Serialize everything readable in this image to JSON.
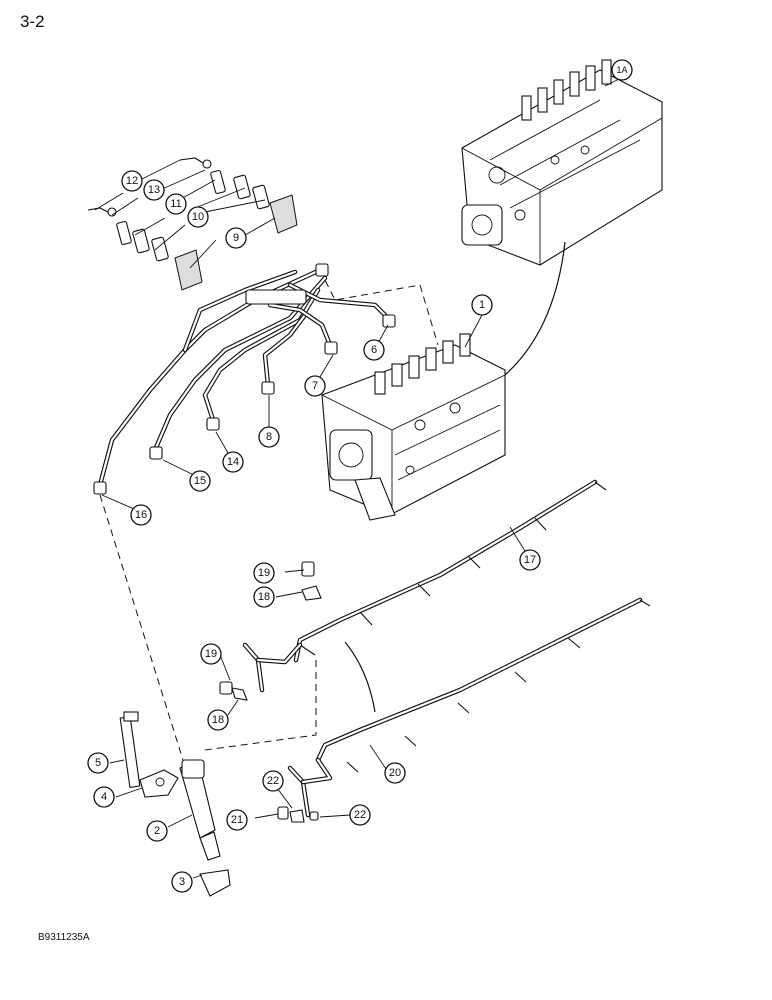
{
  "page": {
    "number": "3-2",
    "figure_code": "B9311235A"
  },
  "callouts": {
    "c1": "1",
    "c1a": "1A",
    "c2": "2",
    "c3": "3",
    "c4": "4",
    "c5": "5",
    "c6": "6",
    "c7": "7",
    "c8": "8",
    "c9": "9",
    "c10": "10",
    "c11": "11",
    "c12": "12",
    "c13": "13",
    "c14": "14",
    "c15": "15",
    "c16": "16",
    "c17": "17",
    "c18a": "18",
    "c18b": "18",
    "c19a": "19",
    "c19b": "19",
    "c20": "20",
    "c21": "21",
    "c22a": "22",
    "c22b": "22"
  }
}
